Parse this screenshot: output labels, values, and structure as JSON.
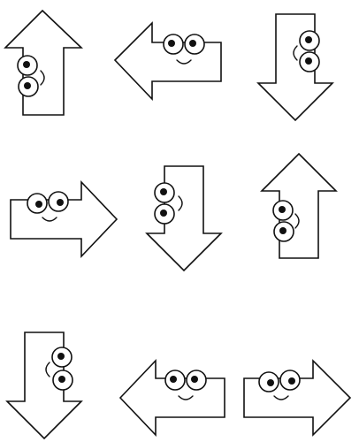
{
  "palette": {
    "background": "#ffffff",
    "outline": "#111111",
    "fill": "#ffffff"
  },
  "arrows": [
    {
      "name": "arrow-up-1",
      "direction": "up",
      "face": "left"
    },
    {
      "name": "arrow-left-1",
      "direction": "left",
      "face": "top"
    },
    {
      "name": "arrow-down-1",
      "direction": "down",
      "face": "right"
    },
    {
      "name": "arrow-right-1",
      "direction": "right",
      "face": "top"
    },
    {
      "name": "arrow-down-2",
      "direction": "down",
      "face": "left"
    },
    {
      "name": "arrow-up-2",
      "direction": "up",
      "face": "left"
    },
    {
      "name": "arrow-down-3",
      "direction": "down",
      "face": "right"
    },
    {
      "name": "arrow-left-2",
      "direction": "left",
      "face": "top"
    },
    {
      "name": "arrow-right-2",
      "direction": "right",
      "face": "top"
    }
  ]
}
